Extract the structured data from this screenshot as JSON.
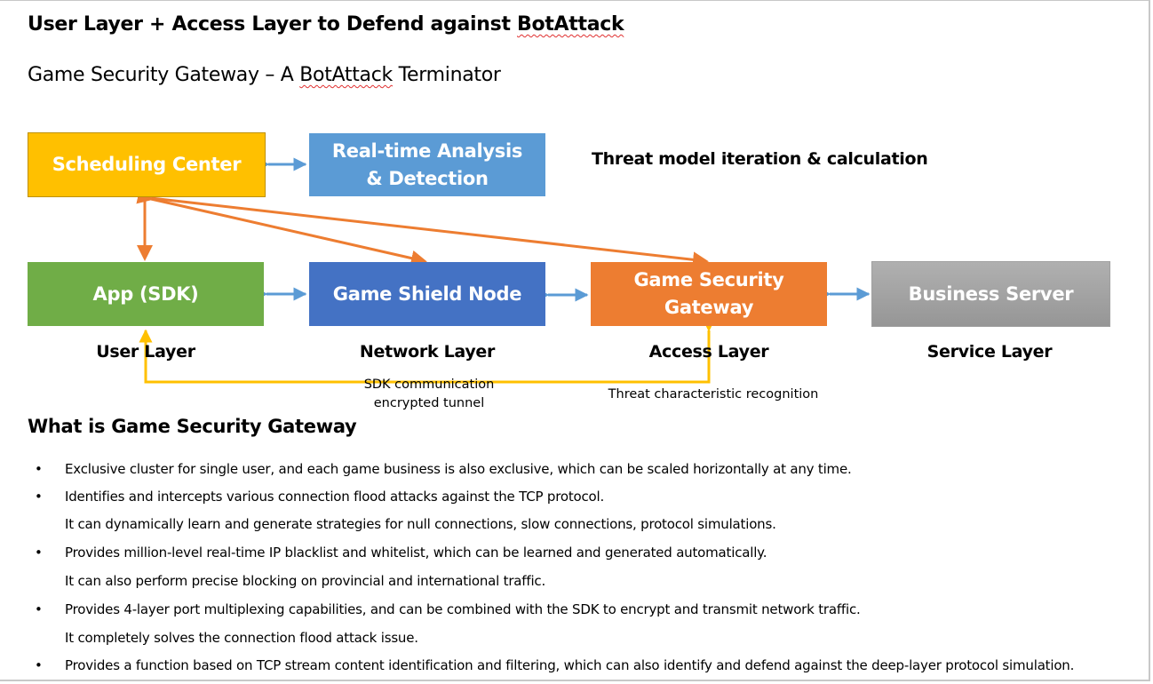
{
  "header": {
    "title_parts": [
      "User Layer + Access Layer to Defend against ",
      "BotAttack"
    ],
    "subtitle_parts": [
      "Game Security Gateway – A ",
      "BotAttack",
      " Terminator"
    ]
  },
  "diagram": {
    "nodes": {
      "scheduling_center": "Scheduling Center",
      "analysis_line1": "Real-time Analysis",
      "analysis_line2": "& Detection",
      "app_sdk": "App (SDK)",
      "game_shield_node": "Game Shield Node",
      "gateway_line1": "Game Security",
      "gateway_line2": "Gateway",
      "business_server": "Business Server"
    },
    "threat_model_label": "Threat model iteration & calculation",
    "layers": {
      "user": "User Layer",
      "network": "Network Layer",
      "access": "Access Layer",
      "service": "Service Layer"
    },
    "notes": {
      "tunnel_line1": "SDK communication",
      "tunnel_line2": "encrypted tunnel",
      "threat_recognition": "Threat characteristic recognition"
    },
    "colors": {
      "scheduling": "#ffc000",
      "analysis": "#5b9bd5",
      "app": "#70ad47",
      "shield": "#4472c4",
      "gateway": "#ed7d31",
      "business": "#a5a5a5",
      "orange_arrow": "#ed7d31",
      "blue_arrow": "#5b9bd5",
      "yellow_path": "#ffc000"
    }
  },
  "section": {
    "title": "What is Game Security Gateway",
    "bullet_glyph": "•",
    "lines": [
      {
        "bullet": true,
        "text": "Exclusive cluster for single user, and each game business is also exclusive, which can be scaled horizontally at any time."
      },
      {
        "bullet": true,
        "text": "Identifies and intercepts various connection flood attacks against the TCP protocol."
      },
      {
        "bullet": false,
        "text": "It can dynamically learn and generate strategies for null connections, slow connections, protocol simulations."
      },
      {
        "bullet": true,
        "text": "Provides million-level real-time IP blacklist and whitelist, which can be learned and generated automatically."
      },
      {
        "bullet": false,
        "text": "It can also perform precise blocking on provincial and international traffic."
      },
      {
        "bullet": true,
        "text": "Provides 4-layer port multiplexing capabilities, and can be combined with the SDK to encrypt and transmit network traffic."
      },
      {
        "bullet": false,
        "text": "It completely solves the connection flood attack issue."
      },
      {
        "bullet": true,
        "text": "Provides a function based on TCP stream content identification and filtering, which can also identify and defend against the deep-layer protocol simulation."
      }
    ]
  }
}
